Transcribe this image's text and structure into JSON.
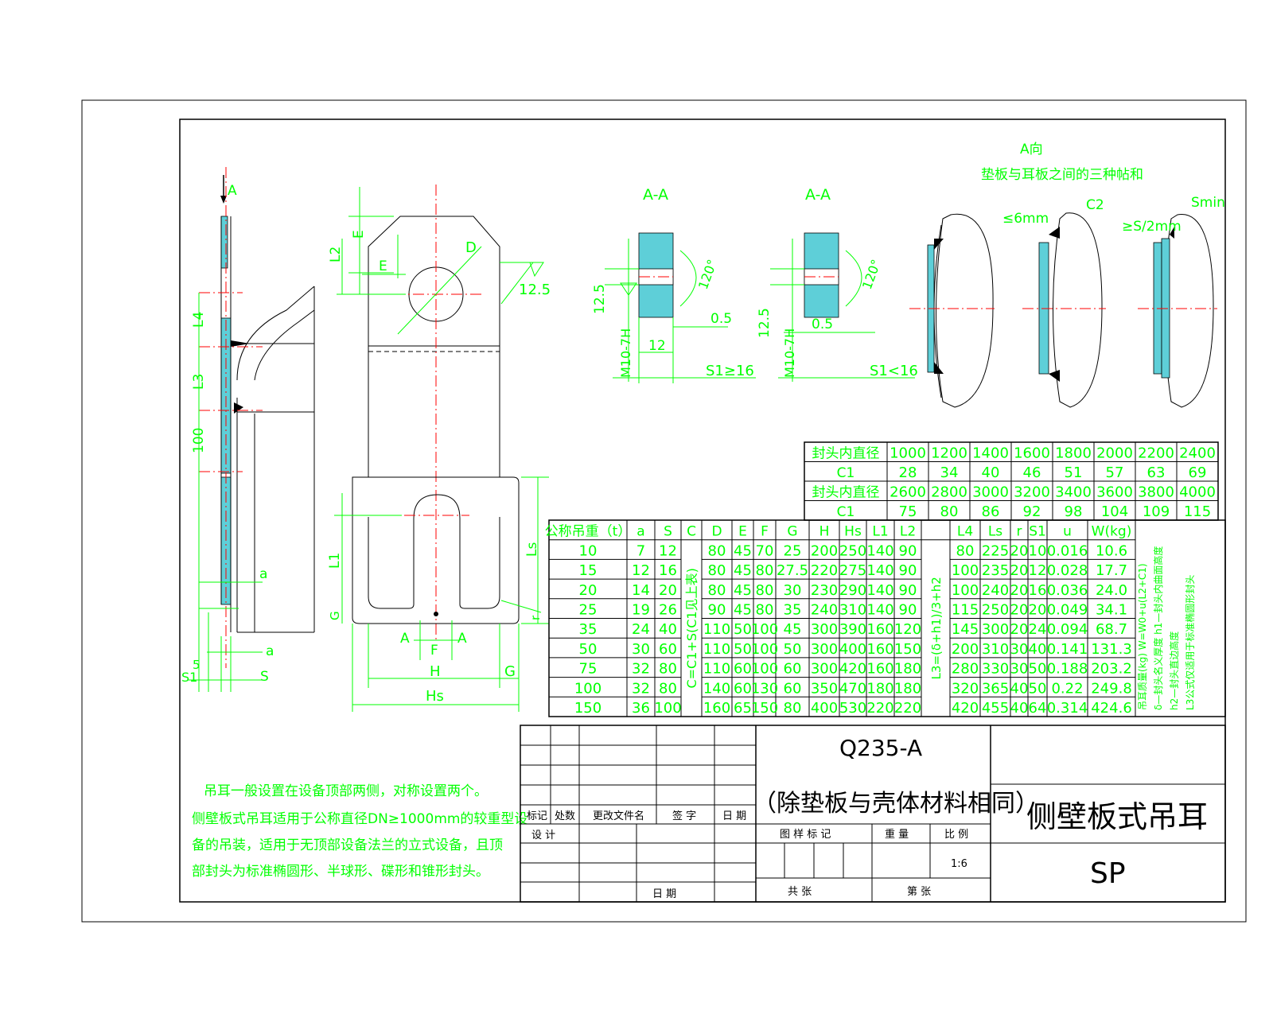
{
  "view_a_label": "A",
  "section_label_1": "A-A",
  "section_label_2": "A-A",
  "view_dir_title": "A向",
  "view_dir_subtitle": "垫板与耳板之间的三种帖和",
  "side_view_dims": [
    "L4",
    "L3",
    "100",
    "a",
    "a",
    "S1",
    "5",
    "S"
  ],
  "front_view_dims": {
    "E_top": "E",
    "L2": "L2",
    "E_mid": "E",
    "D": "D",
    "r125": "12.5",
    "L1": "L1",
    "G_side": "G",
    "Ls": "Ls",
    "r_side": "r",
    "A1": "A",
    "A2": "A",
    "F": "F",
    "H": "H",
    "G": "G",
    "Hs": "Hs"
  },
  "section1_dims": {
    "d1": "12.5",
    "d2": "M10-7H",
    "d3": "120°",
    "d4": "0.5",
    "d5": "12",
    "d6": "S1≥16"
  },
  "section2_dims": {
    "d1": "12.5",
    "d2": "M10-7H",
    "d3": "120°",
    "d4": "0.5",
    "d5": "S1<16"
  },
  "fit_labels": {
    "l1": "≤6mm",
    "l2": "C2",
    "l3": "≥S/2mm",
    "l4": "Smin"
  },
  "table1": {
    "row_label_1": "封头内直径",
    "row_label_2": "C1",
    "row_label_3": "封头内直径",
    "row_label_4": "C1",
    "dia_1": [
      "1000",
      "1200",
      "1400",
      "1600",
      "1800",
      "2000",
      "2200",
      "2400"
    ],
    "c1_1": [
      "28",
      "34",
      "40",
      "46",
      "51",
      "57",
      "63",
      "69"
    ],
    "dia_2": [
      "2600",
      "2800",
      "3000",
      "3200",
      "3400",
      "3600",
      "3800",
      "4000"
    ],
    "c1_2": [
      "75",
      "80",
      "86",
      "92",
      "98",
      "104",
      "109",
      "115"
    ]
  },
  "table2": {
    "headers": [
      "公称吊重（t）",
      "a",
      "S",
      "C",
      "D",
      "E",
      "F",
      "G",
      "H",
      "Hs",
      "L1",
      "L2",
      "L4",
      "Ls",
      "r",
      "S1",
      "u",
      "W(kg)"
    ],
    "c_formula": "C=C1+S(C1见上表)",
    "l3_formula": "L3=(δ+h1)/3+h2",
    "rows": [
      [
        "10",
        "7",
        "12",
        "80",
        "45",
        "70",
        "25",
        "200",
        "250",
        "140",
        "90",
        "80",
        "225",
        "20",
        "10",
        "0.016",
        "10.6"
      ],
      [
        "15",
        "12",
        "16",
        "80",
        "45",
        "80",
        "27.5",
        "220",
        "275",
        "140",
        "90",
        "100",
        "235",
        "20",
        "12",
        "0.028",
        "17.7"
      ],
      [
        "20",
        "14",
        "20",
        "80",
        "45",
        "80",
        "30",
        "230",
        "290",
        "140",
        "90",
        "100",
        "240",
        "20",
        "16",
        "0.036",
        "24.0"
      ],
      [
        "25",
        "19",
        "26",
        "90",
        "45",
        "80",
        "35",
        "240",
        "310",
        "140",
        "90",
        "115",
        "250",
        "20",
        "20",
        "0.049",
        "34.1"
      ],
      [
        "35",
        "24",
        "40",
        "110",
        "50",
        "100",
        "45",
        "300",
        "390",
        "160",
        "120",
        "145",
        "300",
        "20",
        "24",
        "0.094",
        "68.7"
      ],
      [
        "50",
        "30",
        "60",
        "110",
        "50",
        "100",
        "50",
        "300",
        "400",
        "160",
        "150",
        "200",
        "310",
        "30",
        "40",
        "0.141",
        "131.3"
      ],
      [
        "75",
        "32",
        "80",
        "110",
        "60",
        "100",
        "60",
        "300",
        "420",
        "160",
        "180",
        "280",
        "330",
        "30",
        "50",
        "0.188",
        "203.2"
      ],
      [
        "100",
        "32",
        "80",
        "140",
        "60",
        "130",
        "60",
        "350",
        "470",
        "180",
        "180",
        "320",
        "365",
        "40",
        "50",
        "0.22",
        "249.8"
      ],
      [
        "150",
        "36",
        "100",
        "160",
        "65",
        "150",
        "80",
        "400",
        "530",
        "220",
        "220",
        "420",
        "455",
        "40",
        "64",
        "0.314",
        "424.6"
      ]
    ],
    "notes": [
      "吊耳质量(kg) W=W0+u(L2+C1)",
      "δ—封头名义厚度  h1—封头内曲面高度",
      "h2—封头直边高度",
      "L3公式仅适用于标准椭圆形封头"
    ]
  },
  "notes": [
    "吊耳一般设置在设备顶部两侧，对称设置两个。",
    "侧壁板式吊耳适用于公称直径DN≥1000mm的较重型设",
    "备的吊装，适用于无顶部设备法兰的立式设备，且顶",
    "部封头为标准椭圆形、半球形、碟形和锥形封头。"
  ],
  "title_block": {
    "material": "Q235-A",
    "material_note": "（除垫板与壳体材料相同）",
    "title": "侧壁板式吊耳",
    "code": "SP",
    "scale_label": "比 例",
    "scale": "1:6",
    "weight_label": "重 量",
    "stage_label": "图 样 标 记",
    "total_label": "共    张",
    "sheet_label": "第    张",
    "rev_labels": [
      "标记",
      "处数",
      "更改文件名",
      "签 字",
      "日 期"
    ],
    "design_label": "设 计",
    "date_label": "日 期"
  }
}
